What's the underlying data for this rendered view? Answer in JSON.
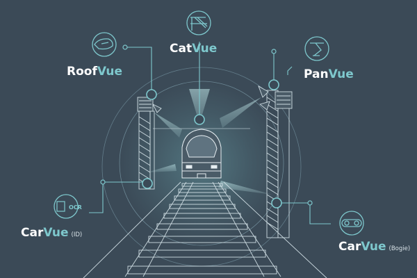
{
  "colors": {
    "background": "#3b4a57",
    "accent": "#7ec8cd",
    "line": "#dfe9ee",
    "text": "#ffffff"
  },
  "systems": [
    {
      "id": "roofvue",
      "name_a": "Roof",
      "name_b": "Vue",
      "suffix": "",
      "icon": "roof-train-icon"
    },
    {
      "id": "catvue",
      "name_a": "Cat",
      "name_b": "Vue",
      "suffix": "",
      "icon": "catenary-icon"
    },
    {
      "id": "panvue",
      "name_a": "Pan",
      "name_b": "Vue",
      "suffix": "",
      "icon": "pantograph-icon"
    },
    {
      "id": "carvue-id",
      "name_a": "Car",
      "name_b": "Vue",
      "suffix": "(ID)",
      "icon": "ocr-icon",
      "icon_text": "OCR"
    },
    {
      "id": "carvue-bogie",
      "name_a": "Car",
      "name_b": "Vue",
      "suffix": "(Bogie)",
      "icon": "bogie-icon"
    }
  ]
}
